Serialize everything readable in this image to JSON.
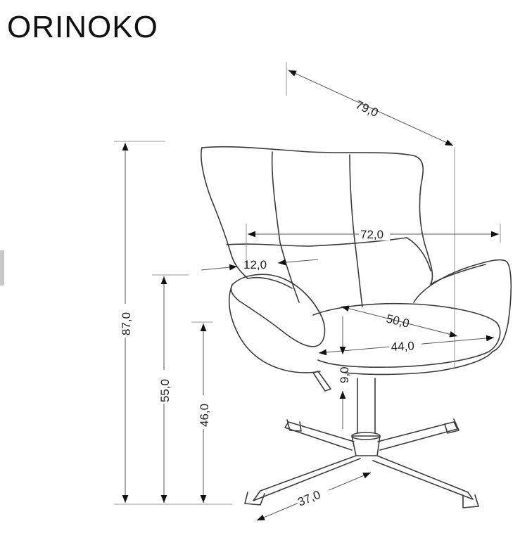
{
  "title": "ORINOKO",
  "dimensions": {
    "depth_total": "79,0",
    "width_total": "72,0",
    "armrest_width": "12,0",
    "seat_depth": "50,0",
    "seat_width": "44,0",
    "seat_thickness": "9,0",
    "height_total": "87,0",
    "armrest_height": "55,0",
    "seat_height": "46,0",
    "base_leg": "37,0"
  }
}
